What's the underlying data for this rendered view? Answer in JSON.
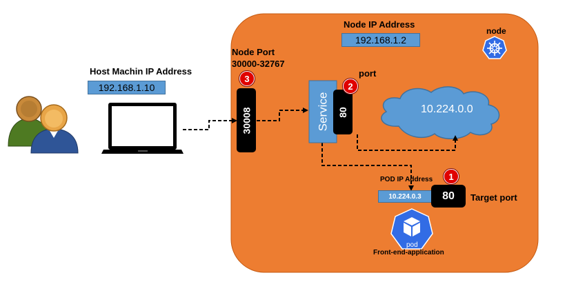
{
  "node": {
    "title": "Node IP Address",
    "ip": "192.168.1.2",
    "icon_label": "node",
    "icon": "kubernetes-helm-icon",
    "fill_color": "#ed7d31"
  },
  "host": {
    "title": "Host Machin IP Address",
    "ip": "192.168.1.10",
    "icons": [
      "users-icon",
      "laptop-icon"
    ]
  },
  "node_port": {
    "title_line1": "Node Port",
    "title_line2": "30000-32767",
    "value": "30008",
    "badge": "3"
  },
  "service": {
    "label": "Service",
    "port_value": "80",
    "port_label": "port",
    "badge": "2",
    "color": "#5b9bd5"
  },
  "cluster": {
    "cidr": "10.224.0.0",
    "icon": "cloud-icon"
  },
  "pod": {
    "ip_title": "POD IP Address",
    "ip": "10.224.0.3",
    "target_port_value": "80",
    "target_port_label": "Target port",
    "badge": "1",
    "icon_text": "pod",
    "app_name": "Front-end-application",
    "icon": "pod-cube-icon"
  },
  "colors": {
    "accent_blue": "#5b9bd5",
    "badge_red": "#e00000",
    "port_black": "#000000"
  }
}
